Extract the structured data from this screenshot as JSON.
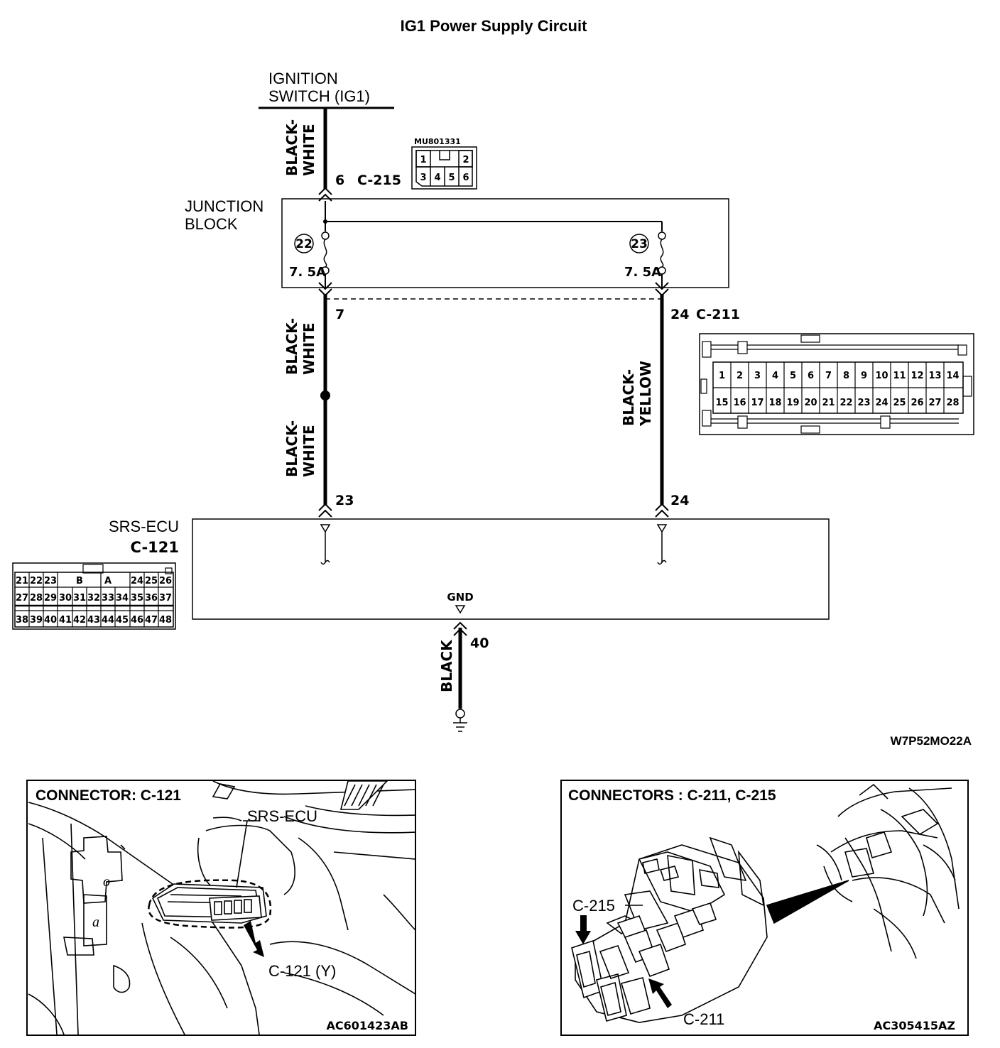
{
  "title": "IG1 Power Supply Circuit",
  "ignition_switch": {
    "line1": "IGNITION",
    "line2": "SWITCH (IG1)"
  },
  "junction_block": {
    "line1": "JUNCTION",
    "line2": "BLOCK"
  },
  "connectors": {
    "c215": {
      "pin": "6",
      "name": "C-215",
      "part_no": "MU801331",
      "pins": [
        "1",
        "2",
        "3",
        "4",
        "5",
        "6"
      ]
    },
    "c211": {
      "name": "C-211",
      "pin_a": "7",
      "pin_b": "24",
      "pins_row1": [
        "1",
        "2",
        "3",
        "4",
        "5",
        "6",
        "7",
        "8",
        "9",
        "10",
        "11",
        "12",
        "13",
        "14"
      ],
      "pins_row2": [
        "15",
        "16",
        "17",
        "18",
        "19",
        "20",
        "21",
        "22",
        "23",
        "24",
        "25",
        "26",
        "27",
        "28"
      ]
    },
    "c121": {
      "name": "C-121",
      "pins_row1": [
        "21",
        "22",
        "23",
        "B",
        "A",
        "24",
        "25",
        "26"
      ],
      "pins_row2": [
        "27",
        "28",
        "29",
        "30",
        "31",
        "32",
        "33",
        "34",
        "35",
        "36",
        "37"
      ],
      "pins_row3": [
        "38",
        "39",
        "40",
        "41",
        "42",
        "43",
        "44",
        "45",
        "46",
        "47",
        "48"
      ]
    }
  },
  "fuses": [
    {
      "number": "22",
      "rating": "7. 5A"
    },
    {
      "number": "23",
      "rating": "7. 5A"
    }
  ],
  "wires": {
    "w1_a": "BLACK-",
    "w1_b": "WHITE",
    "w2_a": "BLACK-",
    "w2_b": "WHITE",
    "w3_a": "BLACK-",
    "w3_b": "WHITE",
    "w4_a": "BLACK-",
    "w4_b": "YELLOW",
    "w5": "BLACK"
  },
  "srs_ecu": {
    "name": "SRS-ECU",
    "connector": "C-121",
    "pin_left": "23",
    "pin_right": "24",
    "gnd_label": "GND",
    "gnd_pin": "40"
  },
  "diagram_code": "W7P52MO22A",
  "panel_left": {
    "title": "CONNECTOR: C-121",
    "label_ecu": "SRS-ECU",
    "label_conn": "C-121 (Y)",
    "code": "AC601423AB"
  },
  "panel_right": {
    "title": "CONNECTORS : C-211, C-215",
    "label_c215": "C-215",
    "label_c211": "C-211",
    "code": "AC305415AZ"
  }
}
